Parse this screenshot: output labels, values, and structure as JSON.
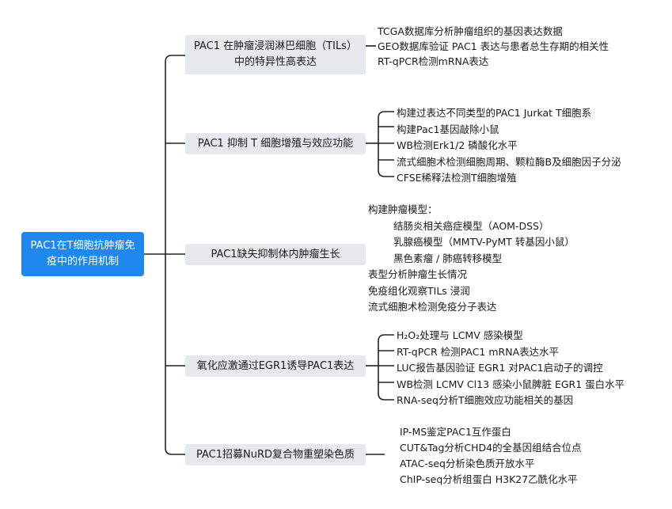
{
  "root": "PAC1在T细胞抗肿瘤免疫中的作用机制",
  "branches": [
    {
      "label": "PAC1 在肿瘤浸润淋巴细胞（TILs）中的特异性高表达",
      "leaves": [
        "TCGA数据库分析肿瘤组织的基因表达数据",
        "GEO数据库验证 PAC1 表达与患者总生存期的相关性",
        "RT-qPCR检测mRNA表达"
      ]
    },
    {
      "label": "PAC1 抑制 T 细胞增殖与效应功能",
      "leaves": [
        "构建过表达不同类型的PAC1 Jurkat T细胞系",
        "构建Pac1基因敲除小鼠",
        "WB检测Erk1/2 磷酸化水平",
        "流式细胞术检测细胞周期、颗粒酶B及细胞因子分泌",
        "CFSE稀释法检测T细胞增殖"
      ]
    },
    {
      "label": "PAC1缺失抑制体内肿瘤生长",
      "leaves": [
        "构建肿瘤模型：",
        "结肠炎相关癌症模型（AOM-DSS）",
        "乳腺癌模型（MMTV-PyMT 转基因小鼠）",
        "黑色素瘤 / 肺癌转移模型",
        "表型分析肿瘤生长情况",
        "免疫组化观察TILs 浸润",
        "流式细胞术检测免疫分子表达"
      ]
    },
    {
      "label": "氧化应激通过EGR1诱导PAC1表达",
      "leaves": [
        "H₂O₂处理与 LCMV 感染模型",
        "RT-qPCR 检测PAC1 mRNA表达水平",
        "LUC报告基因验证 EGR1 对PAC1启动子的调控",
        "WB检测 LCMV Cl13 感染小鼠脾脏 EGR1 蛋白水平",
        "RNA-seq分析T细胞效应功能相关的基因"
      ]
    },
    {
      "label": "PAC1招募NuRD复合物重塑染色质",
      "leaves": [
        "IP-MS鉴定PAC1互作蛋白",
        "CUT&Tag分析CHD4的全基因组结合位点",
        "ATAC-seq分析染色质开放水平",
        "ChIP-seq分析组蛋白 H3K27乙酰化水平"
      ]
    }
  ]
}
